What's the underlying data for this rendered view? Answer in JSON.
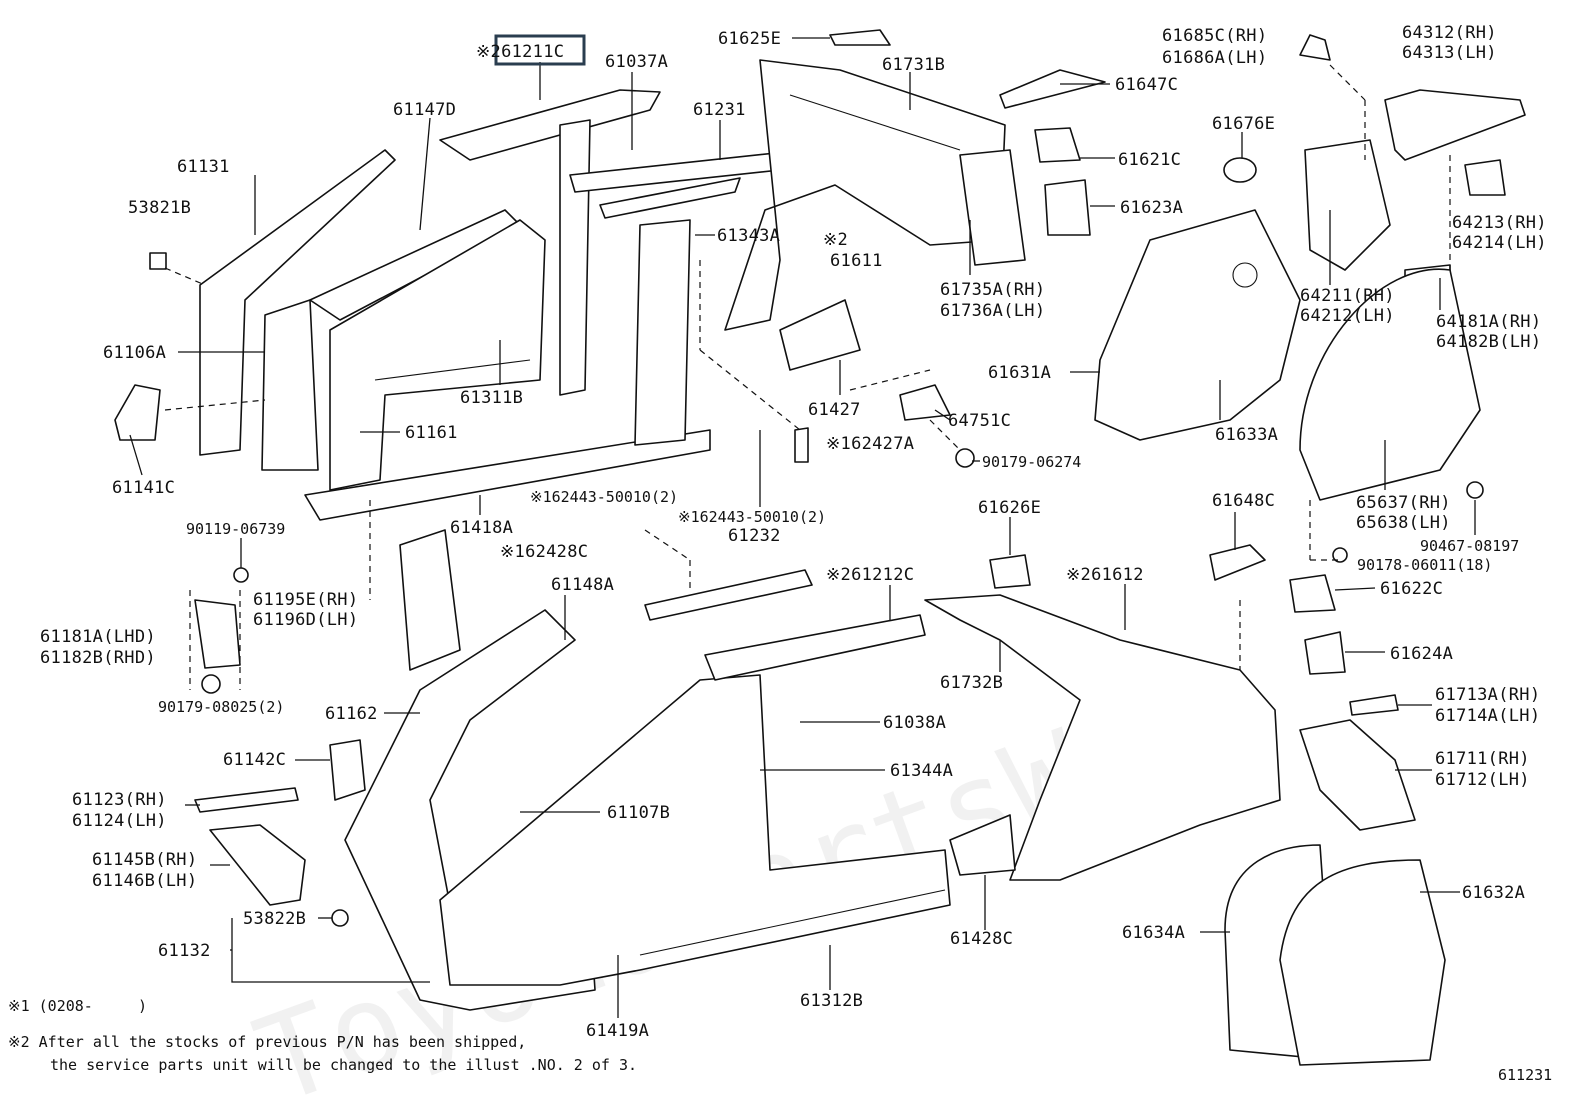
{
  "watermark": "ToyotaPartsWeb",
  "highlighted_part": "※261211C",
  "labels": {
    "p61211c": "※261211C",
    "p61037a": "61037A",
    "p61625e": "61625E",
    "p61731b": "61731B",
    "p61685c": "61685C(RH)",
    "p61686a": "61686A(LH)",
    "p64312": "64312(RH)",
    "p64313": "64313(LH)",
    "p61147d": "61147D",
    "p61231": "61231",
    "p61647c": "61647C",
    "p61131": "61131",
    "p53821b": "53821B",
    "p61676e": "61676E",
    "p61621c": "61621C",
    "p61623a": "61623A",
    "p64213": "64213(RH)",
    "p64214": "64214(LH)",
    "p61343a": "61343A",
    "p61611x": "※2",
    "p61611": "61611",
    "p61735a": "61735A(RH)",
    "p61736a": "61736A(LH)",
    "p64211": "64211(RH)",
    "p64212": "64212(LH)",
    "p64181a": "64181A(RH)",
    "p64182b": "64182B(LH)",
    "p61106a": "61106A",
    "p61311b": "61311B",
    "p61427": "61427",
    "p61631a": "61631A",
    "p64751c": "64751C",
    "p61161": "61161",
    "p62427a": "※162427A",
    "p61633a": "61633A",
    "p90179_06274": "90179-06274",
    "p61141c": "61141C",
    "p62443_1": "※162443-50010(2)",
    "p62443_2": "※162443-50010(2)",
    "p61418a": "61418A",
    "p61626e": "61626E",
    "p61648c": "61648C",
    "p65637": "65637(RH)",
    "p65638": "65638(LH)",
    "p90119_06739": "90119-06739",
    "p61232": "61232",
    "p62428c": "※162428C",
    "p90467_08197": "90467-08197",
    "p61612": "※261612",
    "p61212c": "※261212C",
    "p90178_06011": "90178-06011(18)",
    "p61148a": "61148A",
    "p61195e": "61195E(RH)",
    "p61196d": "61196D(LH)",
    "p61622c": "61622C",
    "p61181a": "61181A(LHD)",
    "p61182b": "61182B(RHD)",
    "p61624a": "61624A",
    "p61732b": "61732B",
    "p61713a": "61713A(RH)",
    "p61714a": "61714A(LH)",
    "p90179_08025": "90179-08025(2)",
    "p61162": "61162",
    "p61038a": "61038A",
    "p61711": "61711(RH)",
    "p61712": "61712(LH)",
    "p61142c": "61142C",
    "p61344a": "61344A",
    "p61123": "61123(RH)",
    "p61124": "61124(LH)",
    "p61107b": "61107B",
    "p61145b": "61145B(RH)",
    "p61146b": "61146B(LH)",
    "p61632a": "61632A",
    "p53822b": "53822B",
    "p61428c": "61428C",
    "p61634a": "61634A",
    "p61132": "61132",
    "p61312b": "61312B",
    "p61419a": "61419A"
  },
  "notes": {
    "note1": "※1 (0208-     )",
    "note2_line1": "※2 After all the stocks of previous P/N has been shipped,",
    "note2_line2": "the service parts unit will be changed to the illust .NO. 2 of 3."
  },
  "illustration_code": "611231"
}
